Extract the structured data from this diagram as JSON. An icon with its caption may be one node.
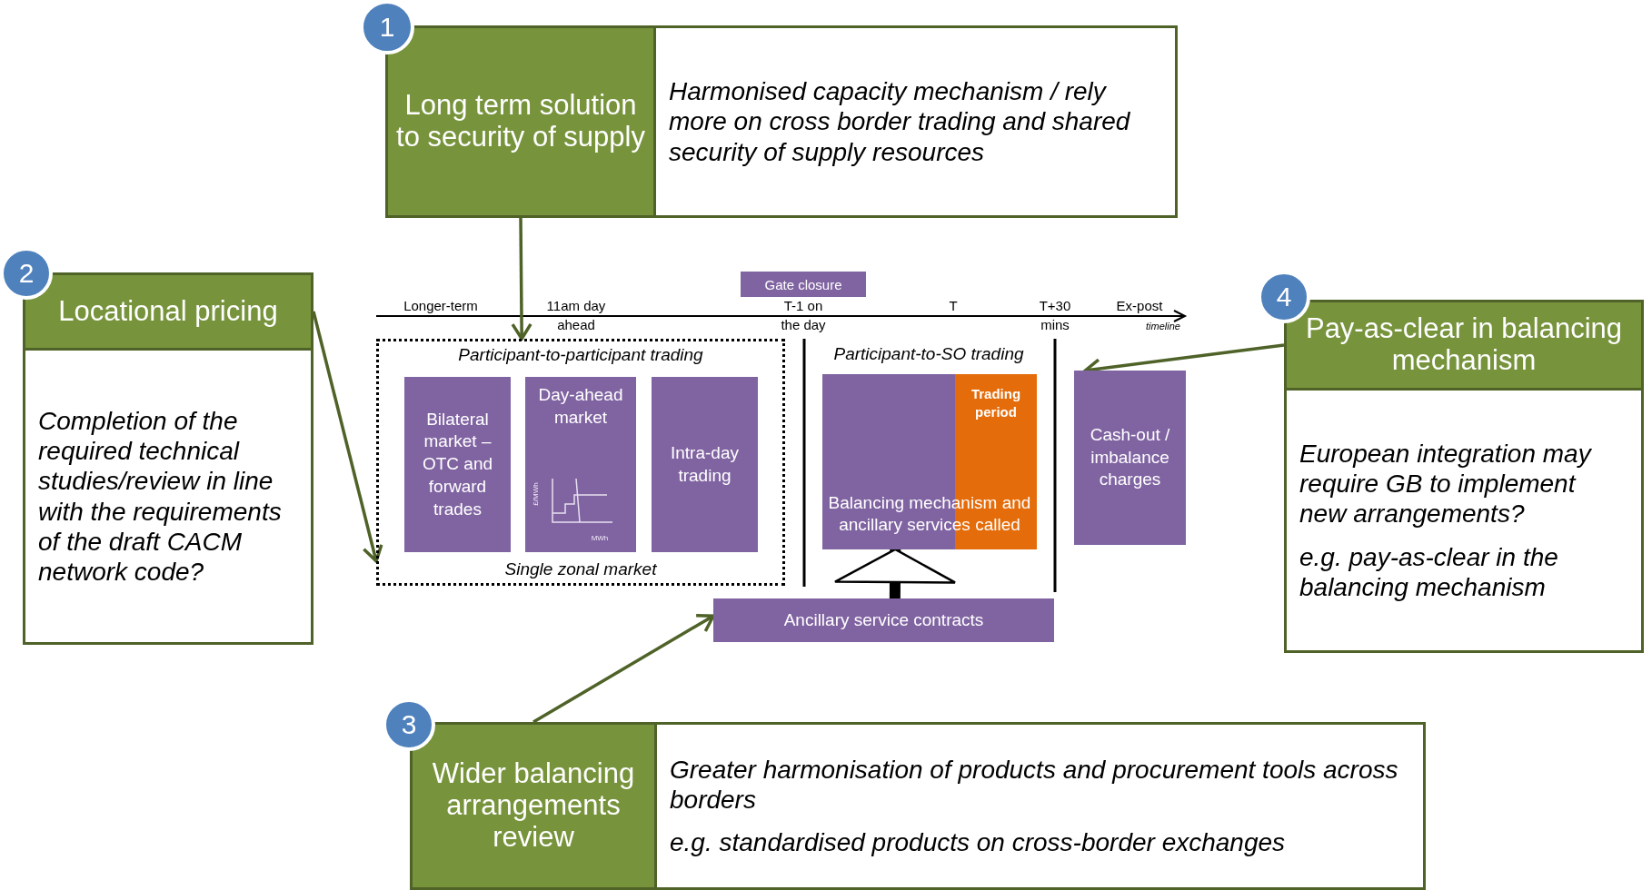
{
  "diagram": {
    "nodes": [
      {
        "text": [
          "1"
        ]
      },
      {
        "text": [
          "Long term solution to security of supply"
        ]
      },
      {
        "text": [
          "Harmonised capacity mechanism / rely more on cross border trading and shared security of supply resources"
        ]
      },
      {
        "text": [
          "2"
        ]
      },
      {
        "text": [
          "Locational pricing"
        ]
      },
      {
        "text": [
          "Completion of the required technical studies/review in line with the requirements of the draft CACM network code?"
        ]
      },
      {
        "text": [
          "Gate closure"
        ]
      },
      {
        "text": [
          "Participant-to-participant trading",
          "Single zonal market"
        ]
      },
      {
        "text": [
          "Bilateral market – OTC and forward trades"
        ],
        "in": 7
      },
      {
        "text": [
          "Day-ahead market"
        ],
        "in": 7
      },
      {
        "text": [
          "Intra-day trading"
        ],
        "in": 7
      },
      {
        "text": [
          "Balancing mechanism and ancillary services called"
        ]
      },
      {
        "text": [
          "Trading period"
        ],
        "in": 11
      },
      {
        "text": [
          "Cash-out / imbalance charges"
        ]
      },
      {
        "text": [
          "4"
        ]
      },
      {
        "text": [
          "Pay-as-clear in balancing mechanism"
        ]
      },
      {
        "text": [
          "European integration may require GB to implement new arrangements?",
          "e.g. pay-as-clear in the balancing mechanism"
        ]
      },
      {
        "text": [
          "Ancillary service contracts"
        ]
      },
      {
        "text": [
          "3"
        ]
      },
      {
        "text": [
          "Wider balancing arrangements review"
        ]
      },
      {
        "text": [
          "Greater harmonisation of products and procurement tools across borders",
          "e.g. standardised products on cross-border exchanges"
        ]
      }
    ],
    "edges": [
      {
        "from": 1,
        "to": 7,
        "arrow": "to"
      },
      {
        "from": 4,
        "to": 7,
        "arrow": "to"
      },
      {
        "from": 19,
        "to": 17,
        "arrow": "to"
      },
      {
        "from": 15,
        "to": 13,
        "arrow": "to"
      },
      {
        "from": 17,
        "to": 11,
        "arrow": "to",
        "style": "thick",
        "color": "#000000"
      }
    ],
    "labels": [
      "Longer-term",
      "11am day ahead",
      "T-1 on the day",
      "T",
      "T+30 mins",
      "Ex-post",
      "timeline",
      "Participant-to-SO trading",
      "£/MWh",
      "MWh"
    ]
  }
}
